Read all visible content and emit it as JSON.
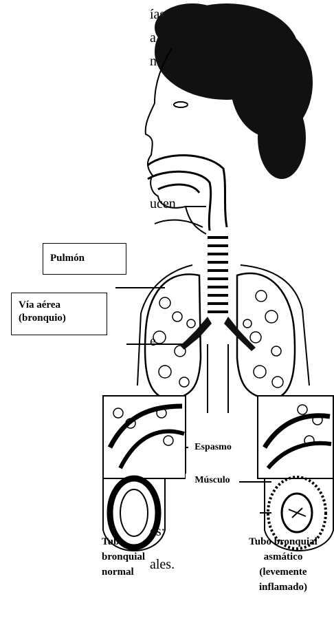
{
  "left_text_fragments": [
    "ías",
    "a",
    "n",
    "",
    "ucen",
    "e",
    "es:",
    "ales."
  ],
  "labels": {
    "lung": "Pulmón",
    "airway_line1": "Vía aérea",
    "airway_line2": "(bronquio)",
    "spasm": "Espasmo",
    "muscle": "Músculo"
  },
  "captions": {
    "normal": [
      "Tubo",
      "bronquial",
      "normal"
    ],
    "asthmatic": [
      "Tubo bronquial",
      "asmático",
      "(levemente",
      "inflamado)"
    ]
  }
}
